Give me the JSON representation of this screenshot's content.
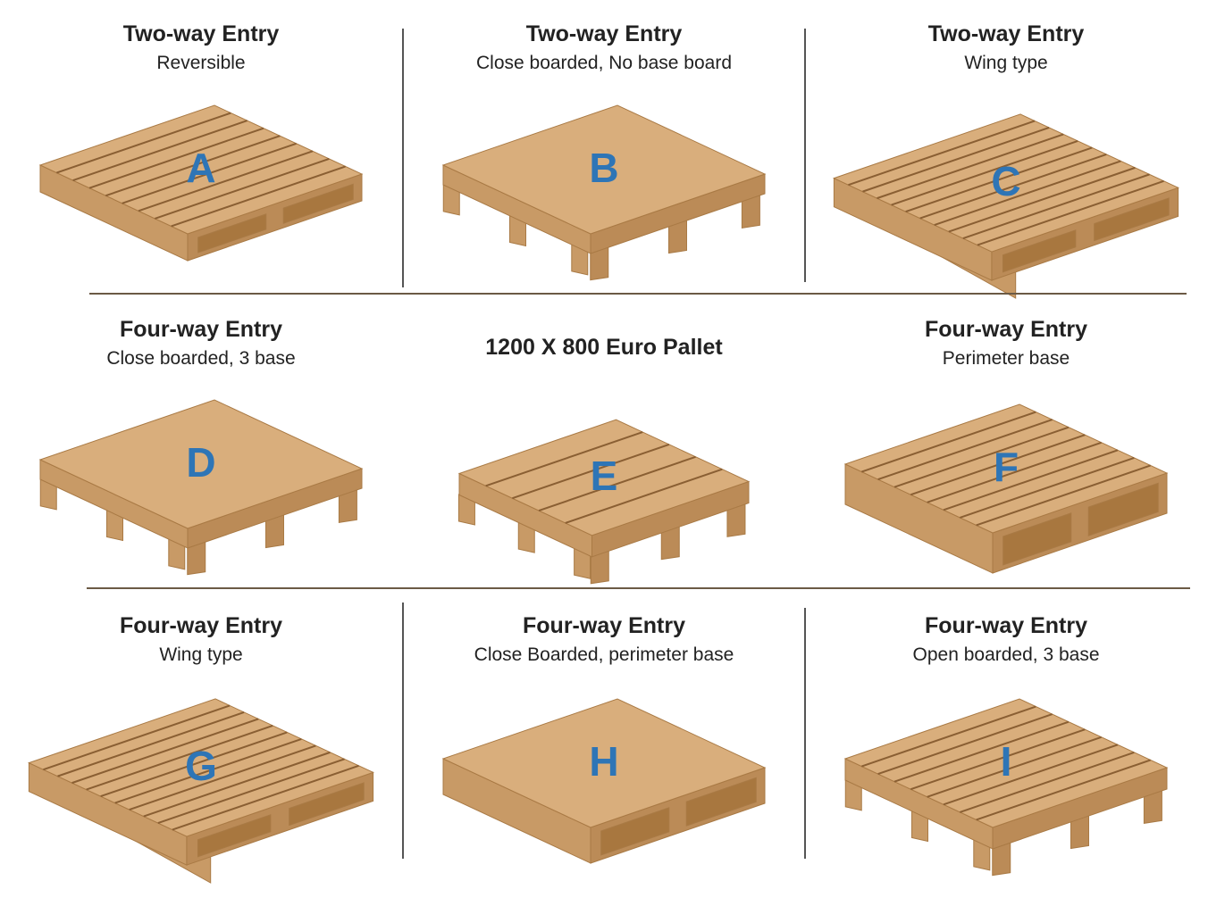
{
  "colors": {
    "top": "#d9ae7c",
    "left": "#c89a66",
    "right": "#bb8b57",
    "slat_line": "#8a5f33",
    "opening": "#a8773f",
    "letter": "#2e75b6",
    "text": "#222222"
  },
  "cells": [
    {
      "title": "Two-way Entry",
      "subtitle": "Reversible",
      "letter": "A"
    },
    {
      "title": "Two-way Entry",
      "subtitle": "Close boarded, No base board",
      "letter": "B"
    },
    {
      "title": "Two-way Entry",
      "subtitle": "Wing type",
      "letter": "C"
    },
    {
      "title": "Four-way Entry",
      "subtitle": "Close boarded, 3 base",
      "letter": "D"
    },
    {
      "title": "1200 X 800 Euro Pallet",
      "subtitle": "",
      "letter": "E"
    },
    {
      "title": "Four-way Entry",
      "subtitle": "Perimeter base",
      "letter": "F"
    },
    {
      "title": "Four-way Entry",
      "subtitle": "Wing type",
      "letter": "G"
    },
    {
      "title": "Four-way Entry",
      "subtitle": "Close Boarded, perimeter base",
      "letter": "H"
    },
    {
      "title": "Four-way Entry",
      "subtitle": "Open boarded, 3 base",
      "letter": "I"
    }
  ]
}
